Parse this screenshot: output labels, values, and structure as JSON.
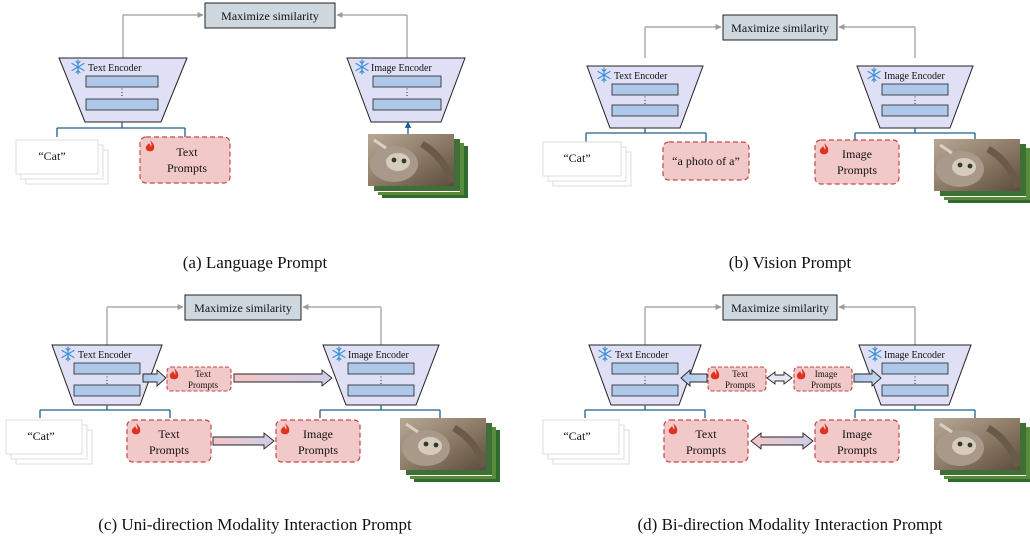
{
  "panels": [
    {
      "id": "a",
      "caption": "(a) Language Prompt",
      "similarity": "Maximize similarity",
      "text_encoder": "Text Encoder",
      "image_encoder": "Image Encoder",
      "class_label": "“Cat”",
      "text_prompt": [
        "Text",
        "Prompts"
      ]
    },
    {
      "id": "b",
      "caption": "(b) Vision Prompt",
      "similarity": "Maximize similarity",
      "text_encoder": "Text Encoder",
      "image_encoder": "Image Encoder",
      "class_label": "“Cat”",
      "fixed_prompt": "“a photo of a”",
      "image_prompt": [
        "Image",
        "Prompts"
      ]
    },
    {
      "id": "c",
      "caption": "(c) Uni-direction Modality Interaction Prompt",
      "similarity": "Maximize similarity",
      "text_encoder": "Text Encoder",
      "image_encoder": "Image Encoder",
      "class_label": "“Cat”",
      "small_prompt": [
        "Text",
        "Prompts"
      ],
      "text_prompt": [
        "Text",
        "Prompts"
      ],
      "image_prompt": [
        "Image",
        "Prompts"
      ]
    },
    {
      "id": "d",
      "caption": "(d) Bi-direction Modality Interaction Prompt",
      "similarity": "Maximize similarity",
      "text_encoder": "Text Encoder",
      "image_encoder": "Image Encoder",
      "class_label": "“Cat”",
      "small_text_prompt": [
        "Text",
        "Prompts"
      ],
      "small_image_prompt": [
        "Image",
        "Prompts"
      ],
      "text_prompt": [
        "Text",
        "Prompts"
      ],
      "image_prompt": [
        "Image",
        "Prompts"
      ]
    }
  ],
  "colors": {
    "encoder_fill": "#dfe0f5",
    "encoder_stroke": "#222222",
    "layer_fill": "#aec8ea",
    "similarity_fill": "#cfd8df",
    "prompt_fill": "#f2c9c9",
    "prompt_stroke": "#c24848",
    "connector": "#1f5f8b",
    "flame": "#e0301e",
    "snowflake": "#3d8fd6"
  }
}
